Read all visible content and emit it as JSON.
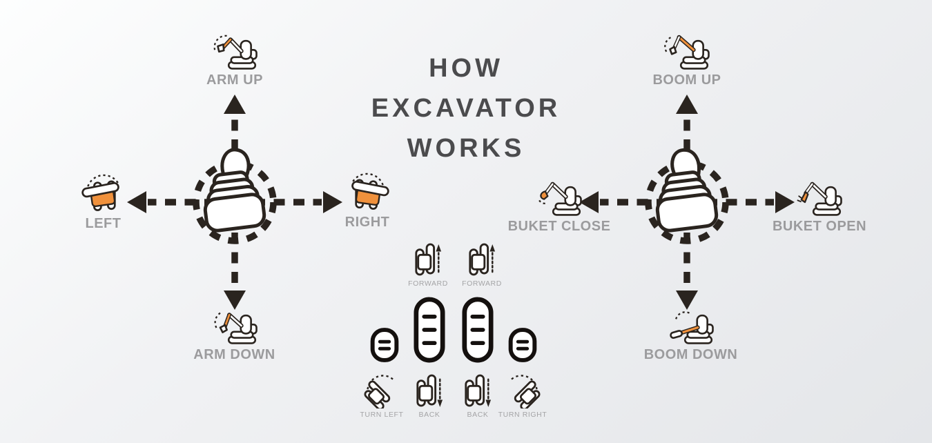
{
  "title": {
    "lines": [
      "HOW",
      "EXCAVATOR",
      "WORKS"
    ]
  },
  "left_joystick": {
    "up_label": "ARM UP",
    "left_label": "LEFT",
    "right_label": "RIGHT",
    "down_label": "ARM DOWN"
  },
  "right_joystick": {
    "up_label": "BOOM UP",
    "left_label": "BUKET CLOSE",
    "right_label": "BUKET OPEN",
    "down_label": "BOOM DOWN"
  },
  "pedals": {
    "forward_left": "FORWARD",
    "forward_right": "FORWARD",
    "turn_left": "TURN LEFT",
    "back_left": "BACK",
    "back_right": "BACK",
    "turn_right": "TURN RIGHT"
  },
  "icons": {
    "joystick": "joystick-icon",
    "crosshair": "dashed-crosshair-arrows-icon",
    "arm_up": "excavator-arm-up-icon",
    "arm_down": "excavator-arm-down-icon",
    "rotate_left": "excavator-rotate-left-icon",
    "rotate_right": "excavator-rotate-right-icon",
    "boom_up": "excavator-boom-up-icon",
    "boom_down": "excavator-boom-down-icon",
    "bucket_close": "excavator-bucket-close-icon",
    "bucket_open": "excavator-bucket-open-icon",
    "tracks_forward": "tracks-forward-icon",
    "tracks_back": "tracks-back-icon",
    "tracks_turn_left": "tracks-turn-left-icon",
    "tracks_turn_right": "tracks-turn-right-icon",
    "pedal_large": "pedal-large-icon",
    "pedal_small": "pedal-small-icon"
  },
  "colors": {
    "outline": "#2a241f",
    "accent_orange": "#f0913c",
    "label_gray": "#9b9b9d",
    "small_label_gray": "#a4a4a6",
    "title_gray": "#4b4b4d",
    "background_top": "#fdfefe",
    "background_bottom": "#e4e6e9"
  }
}
